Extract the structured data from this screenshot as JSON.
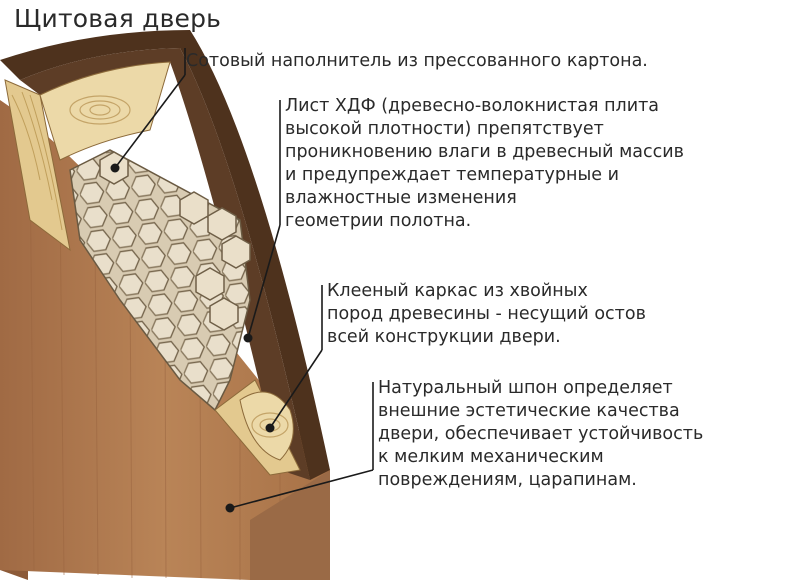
{
  "title": "Щитовая дверь",
  "labels": {
    "honeycomb": "Сотовый наполнитель из прессованного картона.",
    "hdf": "Лист ХДФ (древесно-волокнистая плита\nвысокой плотности) препятствует\nпроникновению влаги в древесный массив\nи предупреждает температурные и\nвлажностные изменения\nгеометрии полотна.",
    "frame": "Клееный каркас из хвойных\nпород древесины - несущий остов\nвсей конструкции двери.",
    "veneer": "Натуральный шпон определяет\nвнешние эстетические качества\nдвери, обеспечивает устойчивость\nк мелким механическим\nповреждениям, царапинам."
  },
  "colors": {
    "veneer": "#b07a52",
    "veneer_dark": "#8a5a3a",
    "hdf_edge": "#5a3a22",
    "frame_wood": "#e6cf9a",
    "frame_grain": "#c9a96a",
    "honeycomb": "#d9cdb6",
    "honeycomb_edge": "#7a6a52",
    "leader": "#1a1a1a"
  }
}
